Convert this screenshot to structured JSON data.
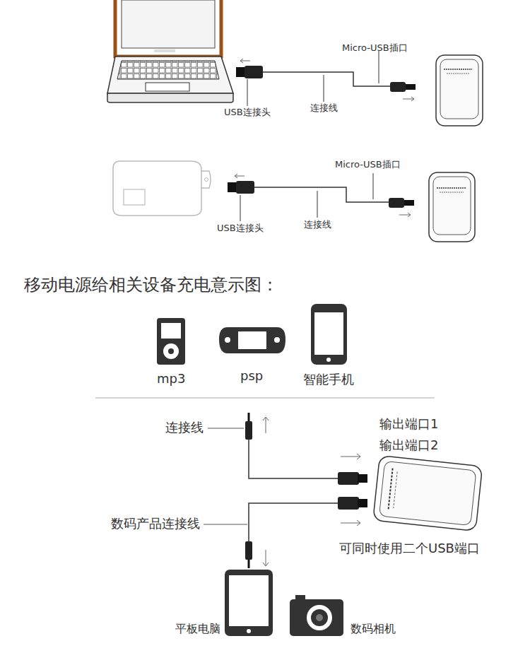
{
  "diagram": {
    "title": "移动电源给相关设备充电意示图：",
    "labels": [
      "Micro-USB插口",
      "USB连接头",
      "连接线",
      "Micro-USB插口",
      "USB连接头",
      "连接线",
      "mp3",
      "psp",
      "智能手机",
      "连接线",
      "输出端口1",
      "输出端口2",
      "数码产品连接线",
      "可同时使用二个USB端口",
      "平板电脑",
      "数码相机"
    ]
  }
}
